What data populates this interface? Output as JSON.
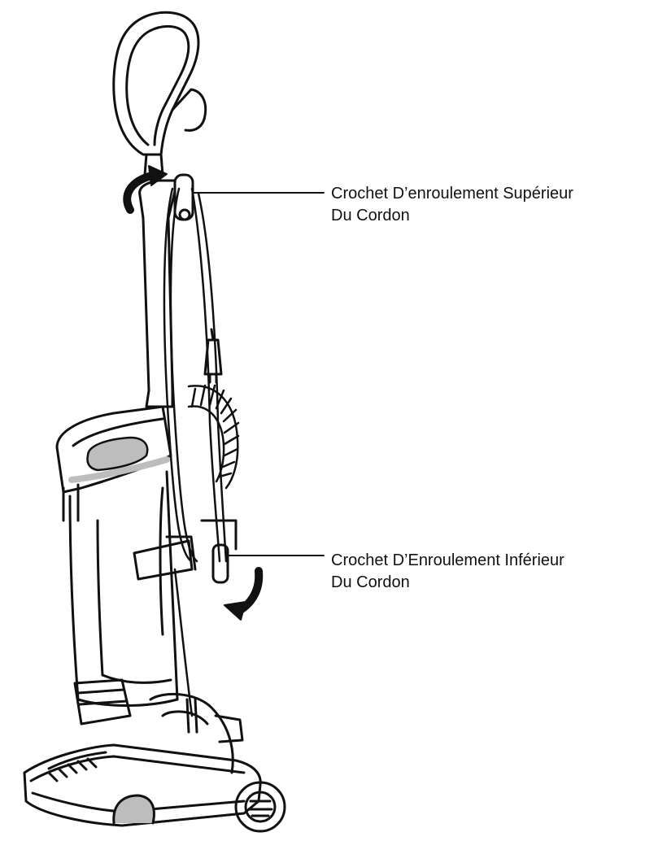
{
  "labels": {
    "upper_hook": {
      "line1": "Crochet D’enroulement Supérieur",
      "line2": "Du Cordon"
    },
    "lower_hook": {
      "line1": "Crochet D’Enroulement Inférieur",
      "line2": "Du Cordon"
    }
  },
  "colors": {
    "ink": "#111111",
    "background": "#ffffff",
    "shade": "#bdbdbd"
  }
}
